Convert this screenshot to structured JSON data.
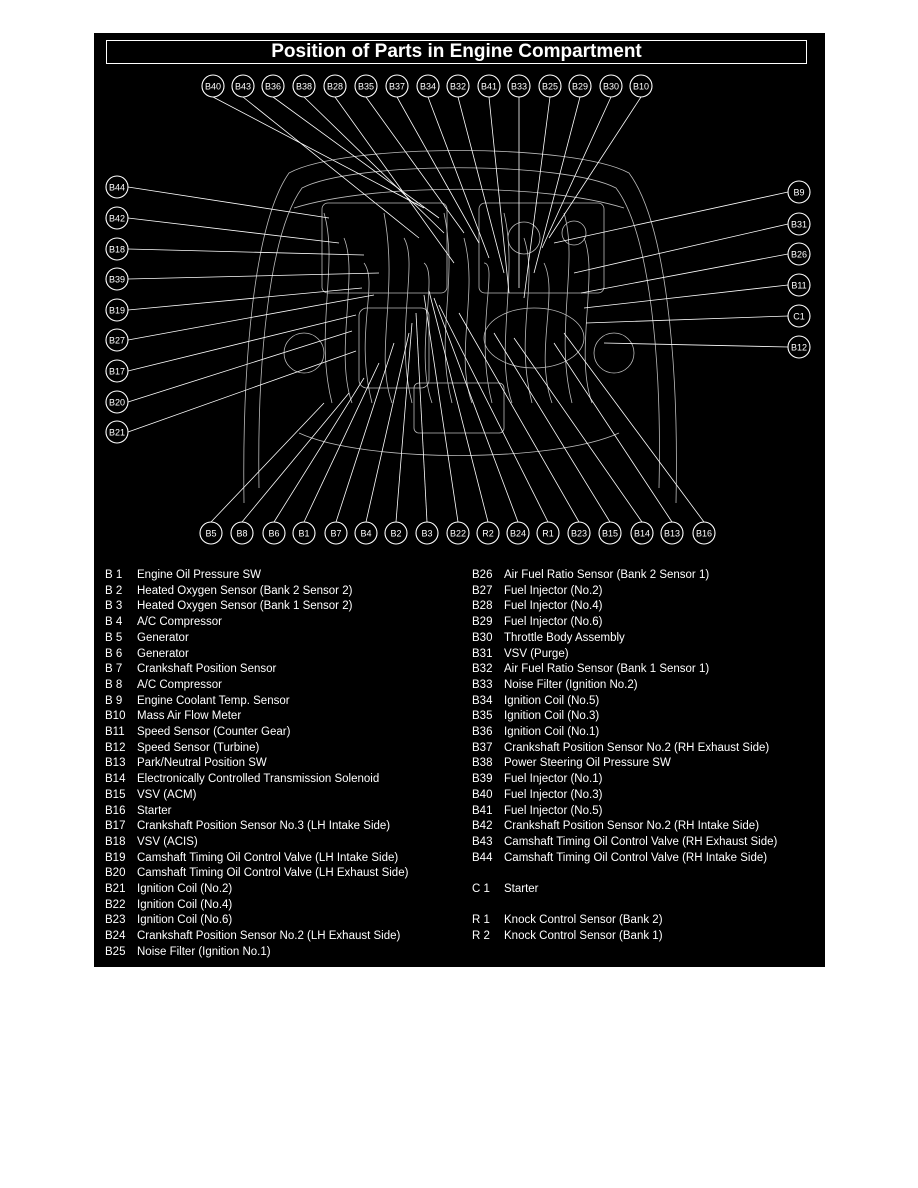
{
  "title": "Position of Parts in Engine Compartment",
  "callouts": {
    "top": [
      "B40",
      "B43",
      "B36",
      "B38",
      "B28",
      "B35",
      "B37",
      "B34",
      "B32",
      "B41",
      "B33",
      "B25",
      "B29",
      "B30",
      "B10"
    ],
    "left": [
      "B44",
      "B42",
      "B18",
      "B39",
      "B19",
      "B27",
      "B17",
      "B20",
      "B21"
    ],
    "right": [
      "B9",
      "B31",
      "B26",
      "B11",
      "C1",
      "B12"
    ],
    "bottom": [
      "B5",
      "B8",
      "B6",
      "B1",
      "B7",
      "B4",
      "B2",
      "B3",
      "B22",
      "R2",
      "B24",
      "R1",
      "B23",
      "B15",
      "B14",
      "B13",
      "B16"
    ]
  },
  "legend_left": [
    {
      "code": "B  1",
      "label": "Engine Oil Pressure SW"
    },
    {
      "code": "B  2",
      "label": "Heated Oxygen Sensor (Bank 2 Sensor 2)"
    },
    {
      "code": "B  3",
      "label": "Heated Oxygen Sensor (Bank 1 Sensor 2)"
    },
    {
      "code": "B  4",
      "label": "A/C Compressor"
    },
    {
      "code": "B  5",
      "label": "Generator"
    },
    {
      "code": "B  6",
      "label": "Generator"
    },
    {
      "code": "B  7",
      "label": "Crankshaft Position Sensor"
    },
    {
      "code": "B  8",
      "label": "A/C Compressor"
    },
    {
      "code": "B  9",
      "label": "Engine Coolant Temp. Sensor"
    },
    {
      "code": "B10",
      "label": "Mass Air Flow Meter"
    },
    {
      "code": "B11",
      "label": "Speed Sensor (Counter Gear)"
    },
    {
      "code": "B12",
      "label": "Speed Sensor (Turbine)"
    },
    {
      "code": "B13",
      "label": "Park/Neutral Position SW"
    },
    {
      "code": "B14",
      "label": "Electronically Controlled Transmission Solenoid"
    },
    {
      "code": "B15",
      "label": "VSV (ACM)"
    },
    {
      "code": "B16",
      "label": "Starter"
    },
    {
      "code": "B17",
      "label": "Crankshaft Position Sensor No.3 (LH Intake Side)"
    },
    {
      "code": "B18",
      "label": "VSV (ACIS)"
    },
    {
      "code": "B19",
      "label": "Camshaft Timing Oil Control Valve (LH Intake Side)"
    },
    {
      "code": "B20",
      "label": "Camshaft Timing Oil Control Valve (LH Exhaust Side)"
    },
    {
      "code": "B21",
      "label": "Ignition Coil (No.2)"
    },
    {
      "code": "B22",
      "label": "Ignition Coil (No.4)"
    },
    {
      "code": "B23",
      "label": "Ignition Coil (No.6)"
    },
    {
      "code": "B24",
      "label": "Crankshaft Position Sensor No.2 (LH Exhaust Side)"
    },
    {
      "code": "B25",
      "label": "Noise Filter (Ignition No.1)"
    }
  ],
  "legend_right": [
    {
      "code": "B26",
      "label": "Air Fuel Ratio Sensor (Bank 2 Sensor 1)"
    },
    {
      "code": "B27",
      "label": "Fuel Injector (No.2)"
    },
    {
      "code": "B28",
      "label": "Fuel Injector (No.4)"
    },
    {
      "code": "B29",
      "label": "Fuel Injector (No.6)"
    },
    {
      "code": "B30",
      "label": "Throttle Body Assembly"
    },
    {
      "code": "B31",
      "label": "VSV (Purge)"
    },
    {
      "code": "B32",
      "label": "Air Fuel Ratio Sensor (Bank 1 Sensor 1)"
    },
    {
      "code": "B33",
      "label": "Noise Filter (Ignition No.2)"
    },
    {
      "code": "B34",
      "label": "Ignition Coil (No.5)"
    },
    {
      "code": "B35",
      "label": "Ignition Coil (No.3)"
    },
    {
      "code": "B36",
      "label": "Ignition Coil (No.1)"
    },
    {
      "code": "B37",
      "label": "Crankshaft Position Sensor No.2 (RH Exhaust Side)"
    },
    {
      "code": "B38",
      "label": "Power Steering Oil Pressure SW"
    },
    {
      "code": "B39",
      "label": "Fuel Injector (No.1)"
    },
    {
      "code": "B40",
      "label": "Fuel Injector (No.3)"
    },
    {
      "code": "B41",
      "label": "Fuel Injector (No.5)"
    },
    {
      "code": "B42",
      "label": "Crankshaft Position Sensor No.2 (RH Intake Side)"
    },
    {
      "code": "B43",
      "label": "Camshaft Timing Oil Control Valve (RH Exhaust Side)"
    },
    {
      "code": "B44",
      "label": "Camshaft Timing Oil Control Valve (RH Intake Side)"
    },
    {
      "code": "",
      "label": ""
    },
    {
      "code": "C  1",
      "label": "Starter"
    },
    {
      "code": "",
      "label": ""
    },
    {
      "code": "R  1",
      "label": "Knock Control Sensor (Bank 2)"
    },
    {
      "code": "R  2",
      "label": "Knock Control Sensor (Bank 1)"
    }
  ]
}
